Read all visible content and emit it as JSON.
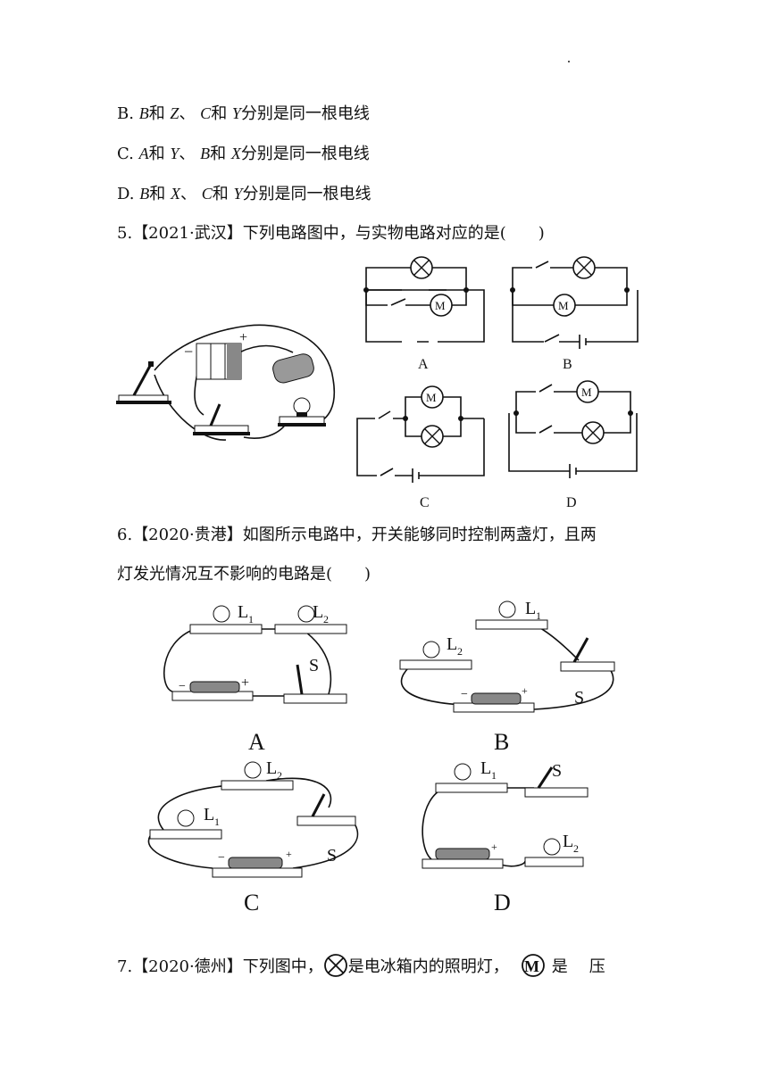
{
  "options": {
    "B": {
      "letter": "B.",
      "v1": "B",
      "w1": "和",
      "v2": "Z",
      "sep": "、",
      "v3": "C",
      "w2": "和",
      "v4": "Y",
      "tail": "分别是同一根电线"
    },
    "C": {
      "letter": "C.",
      "v1": "A",
      "w1": "和",
      "v2": "Y",
      "sep": "、",
      "v3": "B",
      "w2": "和",
      "v4": "X",
      "tail": "分别是同一根电线"
    },
    "D": {
      "letter": "D.",
      "v1": "B",
      "w1": "和",
      "v2": "X",
      "sep": "、",
      "v3": "C",
      "w2": "和",
      "v4": "Y",
      "tail": "分别是同一根电线"
    }
  },
  "q5": {
    "number": "5.",
    "source": "【2021·武汉】",
    "stem": "下列电路图中，与实物电路对应的是(　　)",
    "figure": {
      "battery_minus": "−",
      "battery_plus": "+",
      "motor_symbol": "M",
      "labels": [
        "A",
        "B",
        "C",
        "D"
      ]
    }
  },
  "q6": {
    "number": "6.",
    "source": "【2020·贵港】",
    "stem_line1": "如图所示电路中，开关能够同时控制两盏灯，且两",
    "stem_line2": "灯发光情况互不影响的电路是(　　)",
    "figure": {
      "lamp1": "L",
      "lamp2": "L",
      "sub1": "1",
      "sub2": "2",
      "switch": "S",
      "plus": "+",
      "minus": "−",
      "labels": [
        "A",
        "B",
        "C",
        "D"
      ]
    }
  },
  "q7": {
    "number": "7.",
    "source": "【2020·德州】",
    "stem_a": "下列图中，",
    "stem_b": "是电冰箱内的照明灯，",
    "motor_symbol": "M",
    "stem_c": "是",
    "stem_d": "压"
  }
}
